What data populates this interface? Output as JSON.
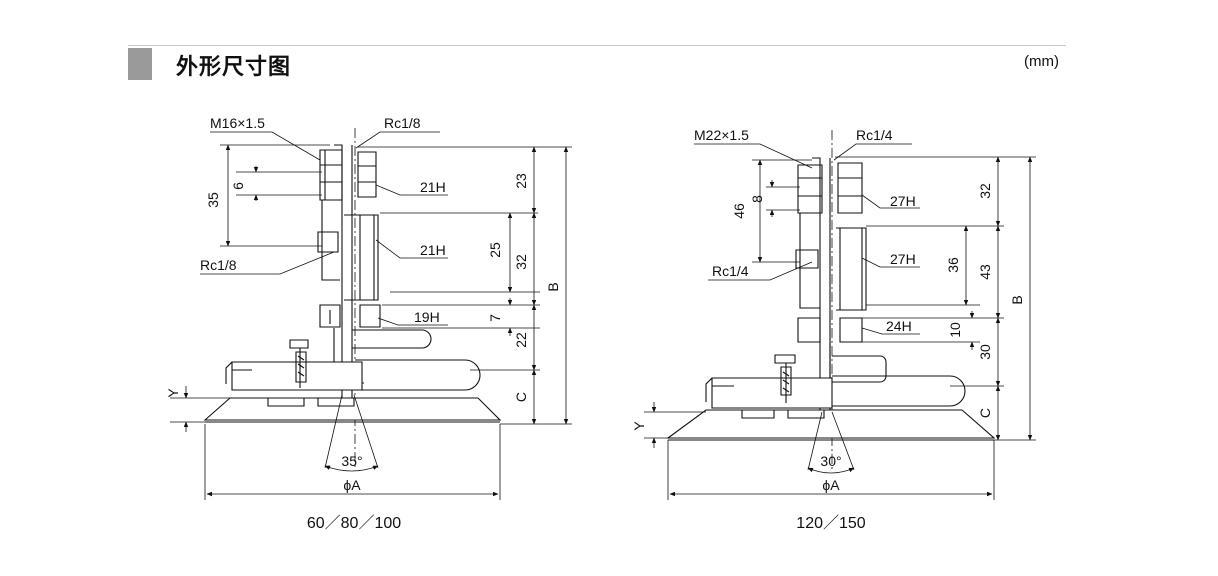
{
  "header": {
    "title": "外形尺寸图",
    "unit": "(mm)"
  },
  "drawings": [
    {
      "caption": "60／80／100",
      "thread": "M16×1.5",
      "port_top": "Rc1/8",
      "port_side": "Rc1/8",
      "hex_1": "21H",
      "hex_2": "21H",
      "hex_3": "19H",
      "dims": {
        "d35": "35",
        "d6": "6",
        "d23": "23",
        "d25": "25",
        "d32": "32",
        "d7": "7",
        "d22": "22",
        "B": "B",
        "C": "C",
        "Y": "Y"
      },
      "angle": "35°",
      "diameter": "ϕA"
    },
    {
      "caption": "120／150",
      "thread": "M22×1.5",
      "port_top": "Rc1/4",
      "port_side": "Rc1/4",
      "hex_1": "27H",
      "hex_2": "27H",
      "hex_3": "24H",
      "dims": {
        "d46": "46",
        "d8": "8",
        "d32": "32",
        "d36": "36",
        "d43": "43",
        "d10": "10",
        "d30": "30",
        "B": "B",
        "C": "C",
        "Y": "Y"
      },
      "angle": "30°",
      "diameter": "ϕA"
    }
  ]
}
